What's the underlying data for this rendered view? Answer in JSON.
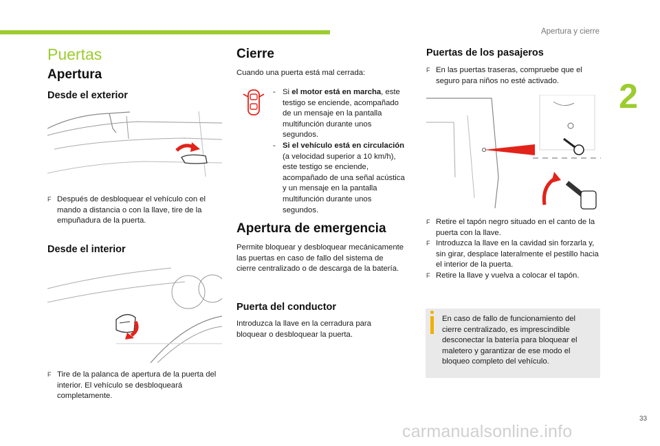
{
  "header": {
    "section": "Apertura y cierre",
    "chapter_number": "2",
    "page_number": "33"
  },
  "left": {
    "title": "Puertas",
    "heading": "Apertura",
    "exterior": {
      "heading": "Desde el exterior",
      "bullet_mark": "F",
      "text": "Después de desbloquear el vehículo con el mando a distancia o con la llave, tire de la empuñadura de la puerta."
    },
    "interior": {
      "heading": "Desde el interior",
      "bullet_mark": "F",
      "text": "Tire de la palanca de apertura de la puerta del interior. El vehículo se desbloqueará completamente."
    }
  },
  "middle": {
    "heading": "Cierre",
    "intro": "Cuando una puerta está mal cerrada:",
    "items": [
      {
        "dash": "-",
        "lead_pre": "Si ",
        "lead_bold": "el motor está en marcha",
        "text": ", este testigo se enciende, acompañado de un mensaje en la pantalla multifunción durante unos segundos."
      },
      {
        "dash": "-",
        "lead_pre": "",
        "lead_bold": "Si el vehículo está en circulación",
        "text": " (a velocidad superior a 10 km/h), este testigo se enciende, acompañado de una señal acústica y un mensaje en la pantalla multifunción durante unos segundos."
      }
    ],
    "emergency": {
      "heading": "Apertura de emergencia",
      "text": "Permite bloquear y desbloquear mecánicamente las puertas en caso de fallo del sistema de cierre centralizado o de descarga de la batería."
    },
    "driver": {
      "heading": "Puerta del conductor",
      "text": "Introduzca la llave en la cerradura para bloquear o desbloquear la puerta."
    }
  },
  "right": {
    "heading": "Puertas de los pasajeros",
    "bullet_mark": "F",
    "intro_bullet": "En las puertas traseras, compruebe que el seguro para niños no esté activado.",
    "steps": [
      "Retire el tapón negro situado en el canto de la puerta con la llave.",
      "Introduzca la llave en la cavidad sin forzarla y, sin girar, desplace lateralmente el pestillo hacia el interior de la puerta.",
      "Retire la llave y vuelva a colocar el tapón."
    ],
    "info": "En caso de fallo de funcionamiento del cierre centralizado, es imprescindible desconectar la batería para bloquear el maletero y garantizar de ese modo el bloqueo completo del vehículo."
  },
  "footer": {
    "watermark": "carmanualsonline.info"
  },
  "colors": {
    "accent_green": "#9ccc2e",
    "warning_red": "#e2231a",
    "info_yellow": "#f0b000",
    "info_bg": "#e9e9e9"
  },
  "icons": [
    "door-open-warning-icon",
    "info-icon",
    "red-arrow-icon"
  ]
}
